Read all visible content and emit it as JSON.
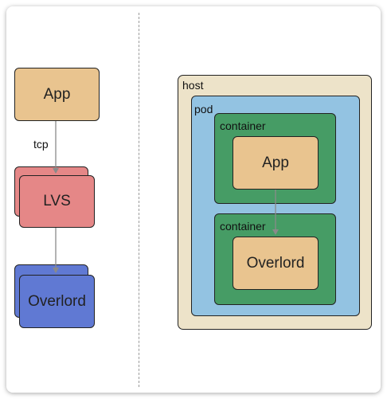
{
  "left": {
    "app_label": "App",
    "edge_label": "tcp",
    "lvs_label": "LVS",
    "overlord_label": "Overlord"
  },
  "right": {
    "host_label": "host",
    "pod_label": "pod",
    "container1_label": "container",
    "app_label": "App",
    "container2_label": "container",
    "overlord_label": "Overlord"
  },
  "colors": {
    "app": "#e9c48f",
    "lvs": "#e58787",
    "overlord": "#6079d3",
    "host": "#ede3c9",
    "pod": "#93c3e2",
    "container": "#469c65"
  }
}
